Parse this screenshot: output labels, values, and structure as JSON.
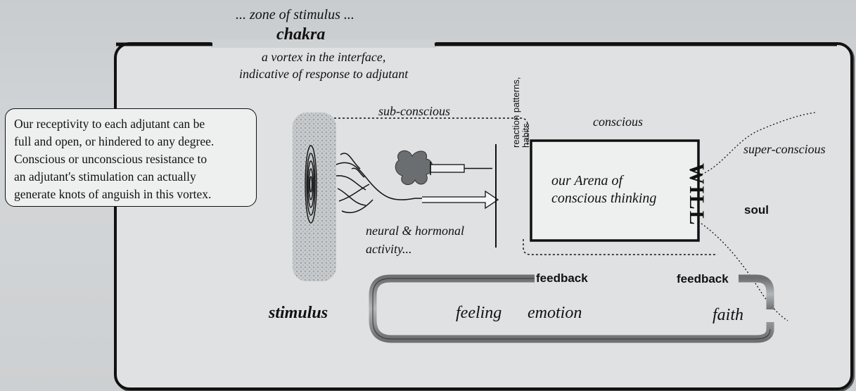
{
  "zone_label": "... zone of stimulus ...",
  "chakra_title": "chakra",
  "vortex_description": [
    "a vortex in the interface,",
    "indicative of response to adjutant"
  ],
  "callout_lines": [
    "Our receptivity to each adjutant can be",
    "full and open, or hindered to any degree.",
    "Conscious or unconscious resistance to",
    "an adjutant's stimulation can actually",
    "generate knots of anguish in this vortex."
  ],
  "sub_conscious_label": "sub-conscious",
  "conscious_label": "conscious",
  "super_conscious_label": "super-conscious",
  "arena_lines": [
    "our Arena of",
    "conscious thinking"
  ],
  "will_label": "WILL",
  "soul_label": "soul",
  "neural_lines": [
    "neural & hormonal",
    "activity..."
  ],
  "reaction_lines": [
    "reaction patterns,",
    "habits"
  ],
  "feedback_left": "feedback",
  "feedback_right": "feedback",
  "loop_words": {
    "stimulus": "stimulus",
    "feeling": "feeling",
    "emotion": "emotion",
    "faith": "faith"
  },
  "colors": {
    "background": "#cfd2d4",
    "frame_fill": "#dfe1e2",
    "ink": "#111111",
    "shadow_gray": "#8a8d90"
  }
}
